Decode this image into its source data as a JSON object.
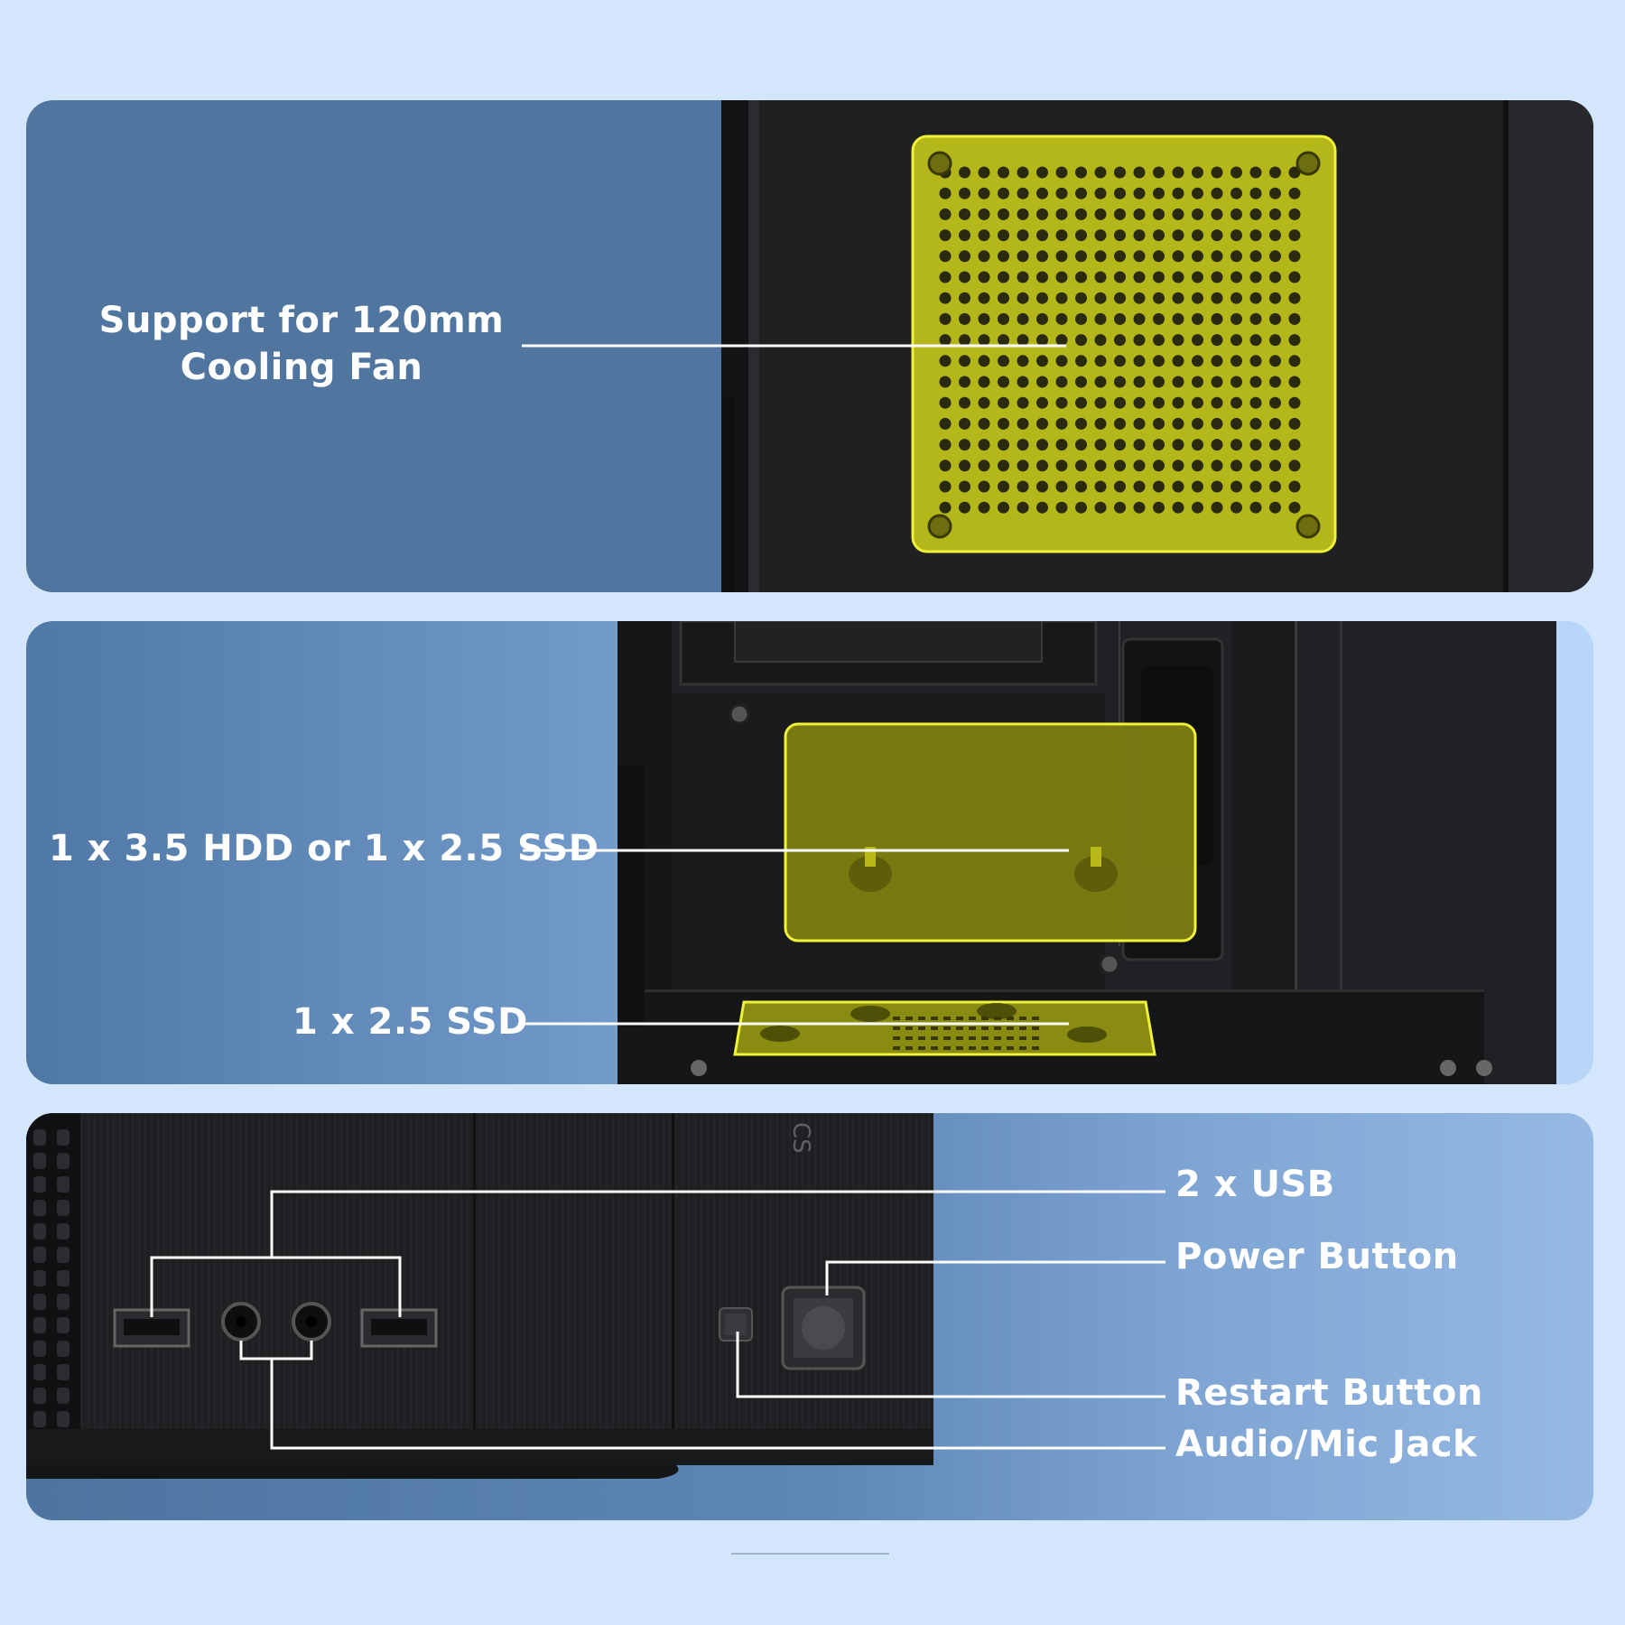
{
  "features": {
    "fan": {
      "label_line1": "Support for 120mm",
      "label_line2": "Cooling Fan"
    },
    "hdd": {
      "label": "1 x 3.5 HDD or 1 x 2.5 SSD"
    },
    "ssd": {
      "label": "1 x 2.5 SSD"
    },
    "io": {
      "usb": "2 x USB",
      "power": "Power Button",
      "restart": "Restart Button",
      "audio": "Audio/Mic Jack"
    }
  },
  "colors": {
    "background": "#d3e6fb",
    "highlight": "#c6cc10",
    "case": "#222325",
    "label_text": "#ffffff"
  }
}
